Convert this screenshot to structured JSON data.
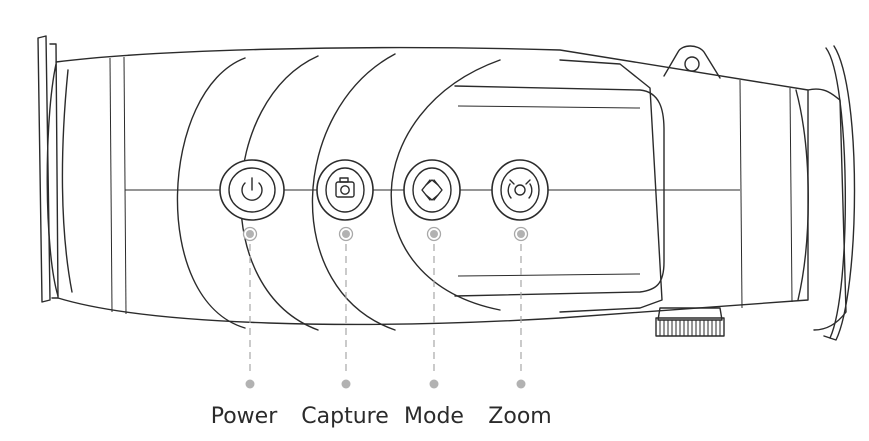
{
  "buttons": [
    {
      "id": "power",
      "label": "Power",
      "icon": "power-icon"
    },
    {
      "id": "capture",
      "label": "Capture",
      "icon": "camera-icon"
    },
    {
      "id": "mode",
      "label": "Mode",
      "icon": "mode-chevrons-icon"
    },
    {
      "id": "zoom",
      "label": "Zoom",
      "icon": "zoom-icon"
    }
  ],
  "colors": {
    "outline": "#2b2b2b",
    "leader": "#a8a8a8",
    "leader_dot": "#b2b2b2",
    "background": "#ffffff"
  }
}
